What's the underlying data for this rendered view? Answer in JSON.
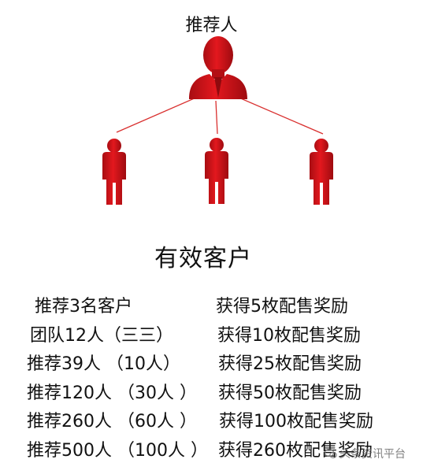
{
  "header": {
    "referrer_label": "推荐人"
  },
  "caption": "有效客户",
  "rules": [
    {
      "condition": "推荐3名客户",
      "reward": "获得5枚配售奖励"
    },
    {
      "condition": "团队12人（三三）",
      "reward": "获得10枚配售奖励"
    },
    {
      "condition": "推荐39人 （10人）",
      "reward": "获得25枚配售奖励"
    },
    {
      "condition": "推荐120人 （30人 ）",
      "reward": "获得50枚配售奖励"
    },
    {
      "condition": "推荐260人 （60人 ）",
      "reward": "获得100枚配售奖励"
    },
    {
      "condition": "推荐500人 （100人 ）",
      "reward": "获得260枚配售奖励"
    }
  ],
  "watermark": {
    "text": "头条资讯平台",
    "icon": "wechat-icon"
  },
  "colors": {
    "figure_red": "#d8141a",
    "figure_dark": "#9e0b10",
    "line_red": "#d9302f"
  }
}
